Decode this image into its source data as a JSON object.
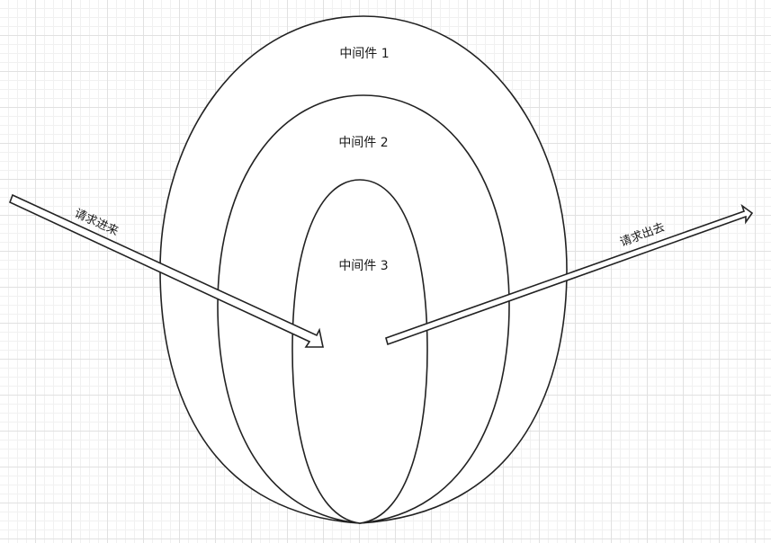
{
  "layers": [
    {
      "label": "中间件 1"
    },
    {
      "label": "中间件 2"
    },
    {
      "label": "中间件 3"
    }
  ],
  "arrows": {
    "incoming": {
      "label": "请求进来"
    },
    "outgoing": {
      "label": "请求出去"
    }
  }
}
